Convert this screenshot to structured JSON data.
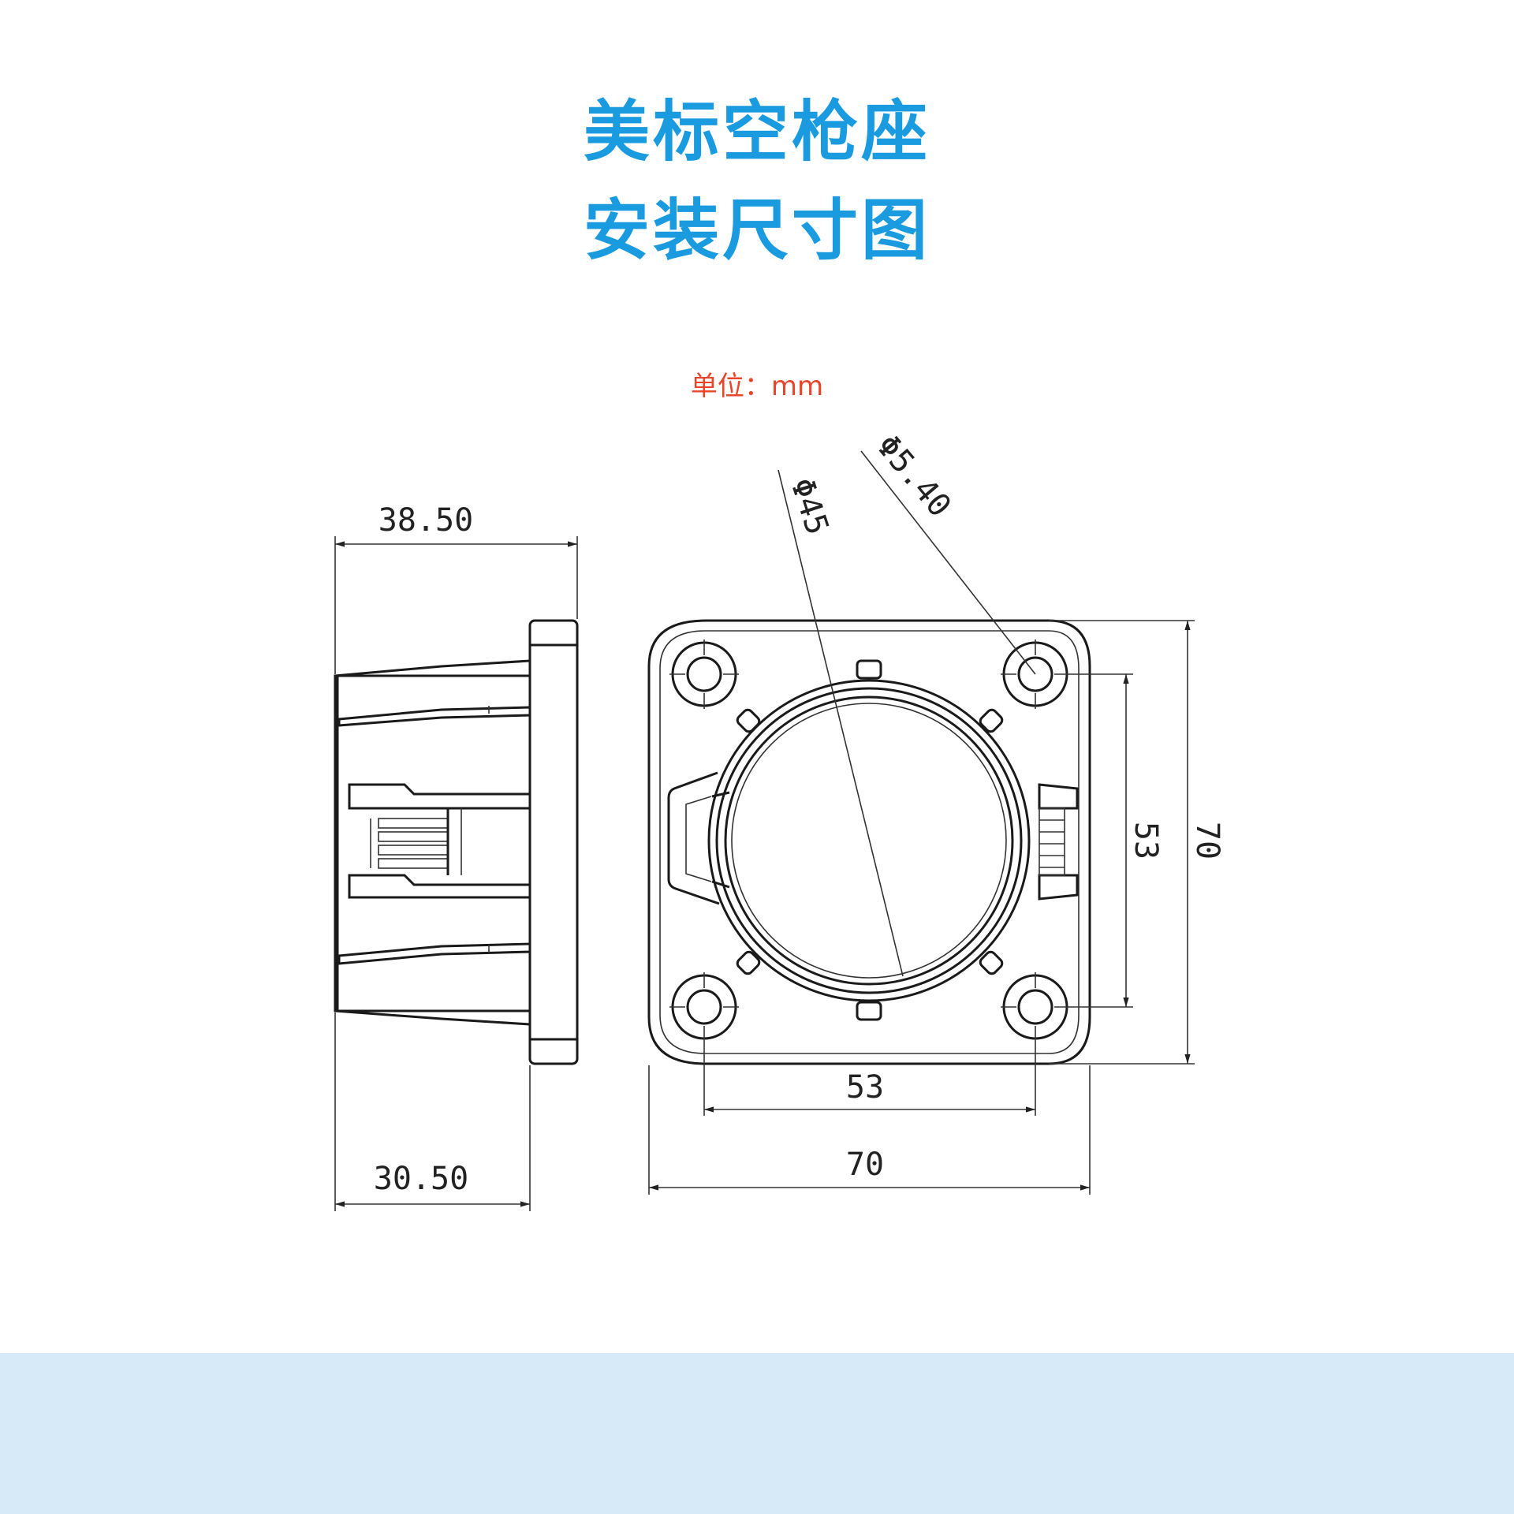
{
  "title": {
    "line1": "美标空枪座",
    "line2": "安装尺寸图"
  },
  "unit_label": "单位：mm",
  "dimensions": {
    "side_width_top": "38.50",
    "side_width_bottom": "30.50",
    "hole_diameter": "Φ5.40",
    "inner_diameter": "Φ45",
    "hole_spacing_h": "53",
    "outer_width_h": "70",
    "hole_spacing_v": "53",
    "outer_height_v": "70"
  },
  "colors": {
    "title": "#1a9be0",
    "unit": "#e8452b",
    "line": "#1a1a1a",
    "footer_band": "#d6eaf8"
  }
}
